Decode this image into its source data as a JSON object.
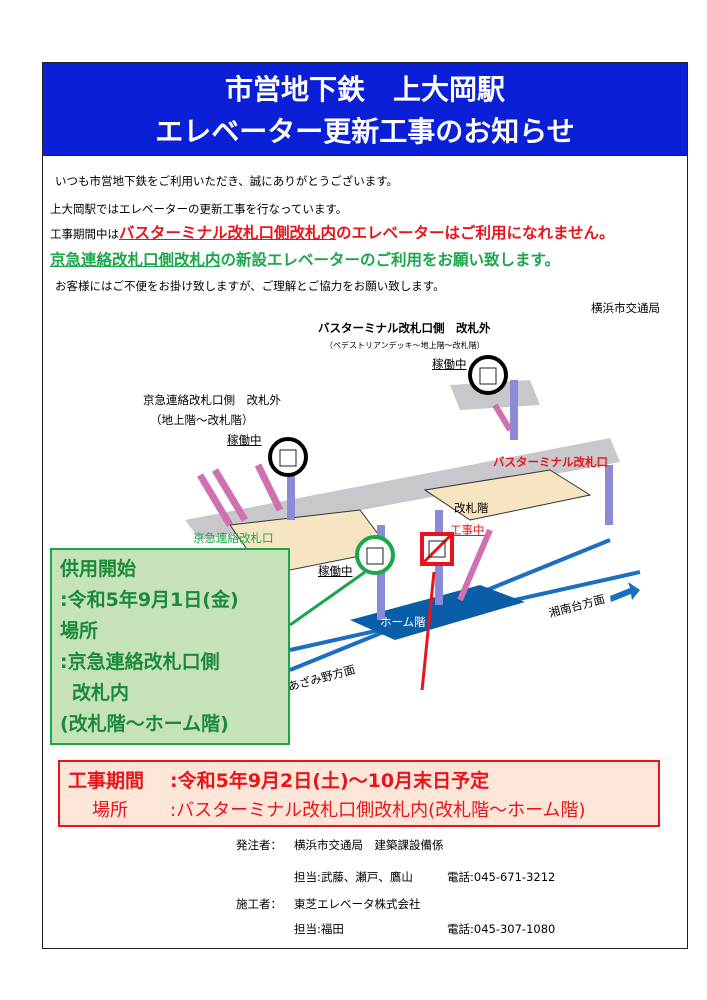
{
  "title": {
    "line1": "市営地下鉄　上大岡駅",
    "line2": "エレベーター更新工事のお知らせ"
  },
  "intro": {
    "p1": "いつも市営地下鉄をご利用いただき、誠にありがとうございます。",
    "p2": "上大岡駅ではエレベーターの更新工事を行なっています。",
    "p3_prefix": "工事期間中は",
    "p3_red_underlined": "バスターミナル改札口側改札内",
    "p3_red": "のエレベーターはご利用になれません。",
    "p4_green_underlined": "京急連絡改札口側改札内",
    "p4_green": "の新設エレベーターのご利用をお願い致します。",
    "p5": "お客様にはご不便をお掛け致しますが、ご理解とご協力をお願い致します。",
    "issuer": "横浜市交通局"
  },
  "diagram": {
    "bus_side_title": "バスターミナル改札口側　改札外",
    "bus_side_sub": "（ペデストリアンデッキ～地上階～改札階）",
    "keikyu_side_title": "京急連絡改札口側　改札外",
    "keikyu_side_sub": "（地上階～改札階）",
    "operating": "稼働中",
    "bus_gate": "バスターミナル改札口",
    "gate_floor": "改札階",
    "under_construction": "工事中",
    "keikyu_gate": "京急連絡改札口",
    "platform": "ホーム階",
    "to_shonandai": "湘南台方面",
    "to_azamino": "あざみ野方面"
  },
  "green_box": {
    "l1": "供用開始",
    "l2": ":令和5年9月1日(金)",
    "l3": "場所",
    "l4": ":京急連絡改札口側",
    "l5": "改札内",
    "l6": "(改札階～ホーム階)"
  },
  "red_box": {
    "period_label": "工事期間",
    "period_value": ":令和5年9月2日(土)～10月末日予定",
    "place_label": "場所",
    "place_value": ":バスターミナル改札口側改札内(改札階～ホーム階)"
  },
  "contacts": {
    "orderer_label": "発注者：",
    "orderer": "横浜市交通局　建築課設備係",
    "orderer_staff": "担当:武藤、瀬戸、鷹山",
    "orderer_tel": "電話:045-671-3212",
    "contractor_label": "施工者：",
    "contractor": "東芝エレベータ株式会社",
    "contractor_staff": "担当:福田",
    "contractor_tel": "電話:045-307-1080"
  }
}
